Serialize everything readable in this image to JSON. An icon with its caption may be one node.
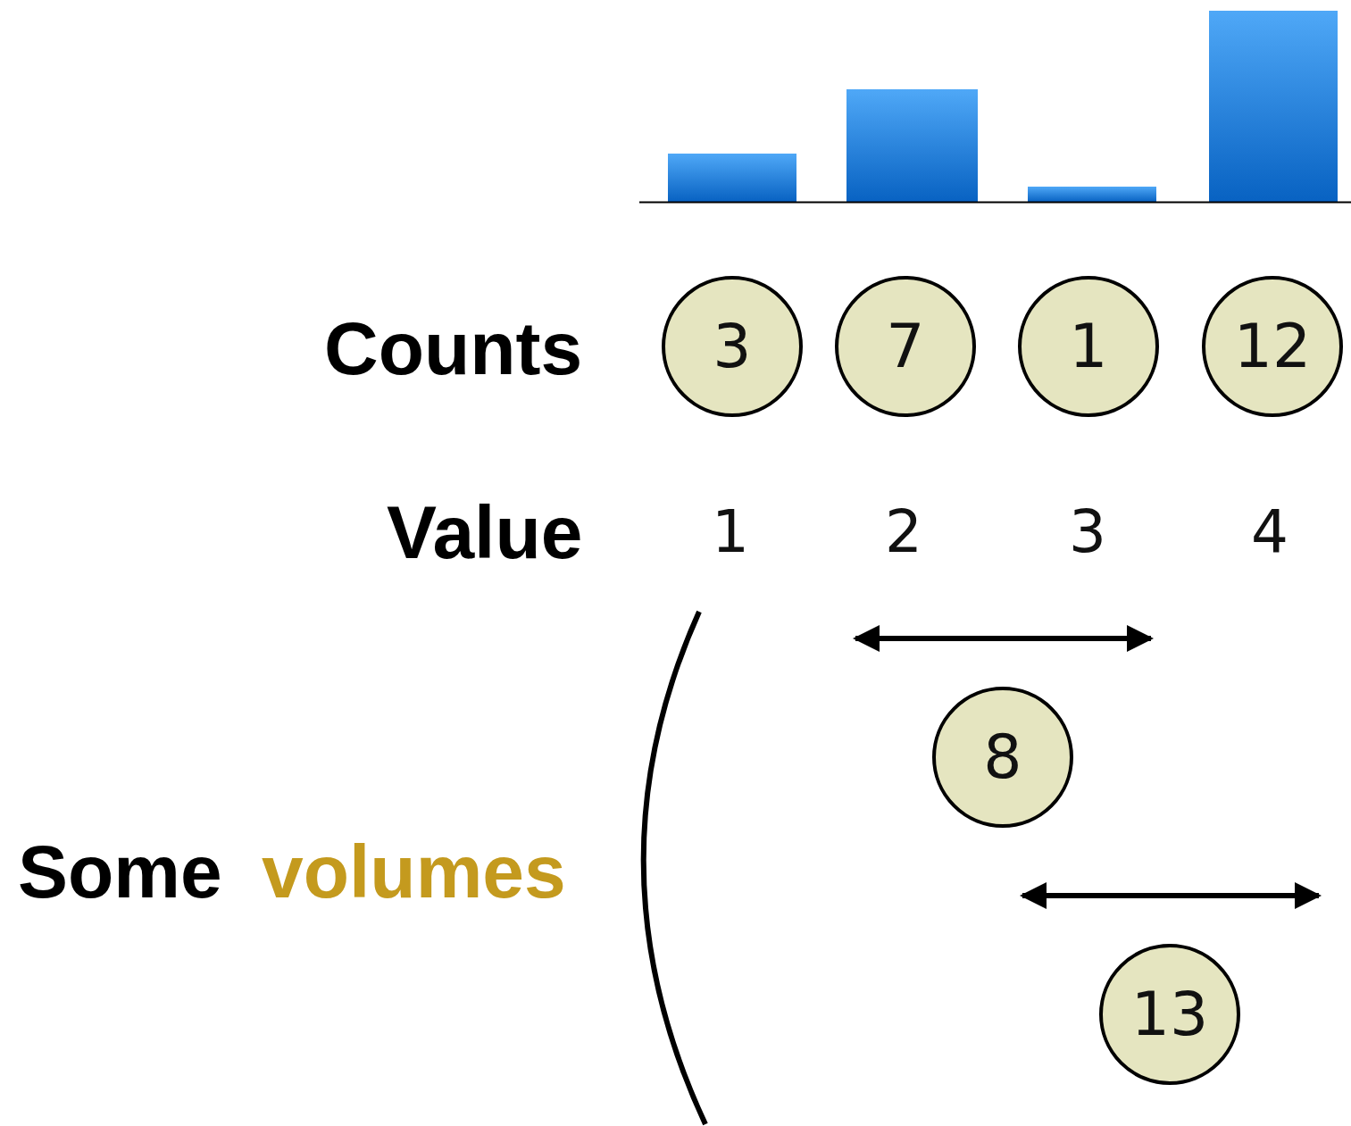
{
  "diagram": {
    "nodes": [
      {
        "text": [
          "3"
        ]
      },
      {
        "text": [
          "7"
        ]
      },
      {
        "text": [
          "1"
        ]
      },
      {
        "text": [
          "12"
        ]
      },
      {
        "text": [
          "8"
        ]
      },
      {
        "text": [
          "13"
        ]
      }
    ],
    "labels": [
      "Counts",
      "Value",
      "1",
      "2",
      "3",
      "4",
      "Some",
      "volumes"
    ]
  }
}
